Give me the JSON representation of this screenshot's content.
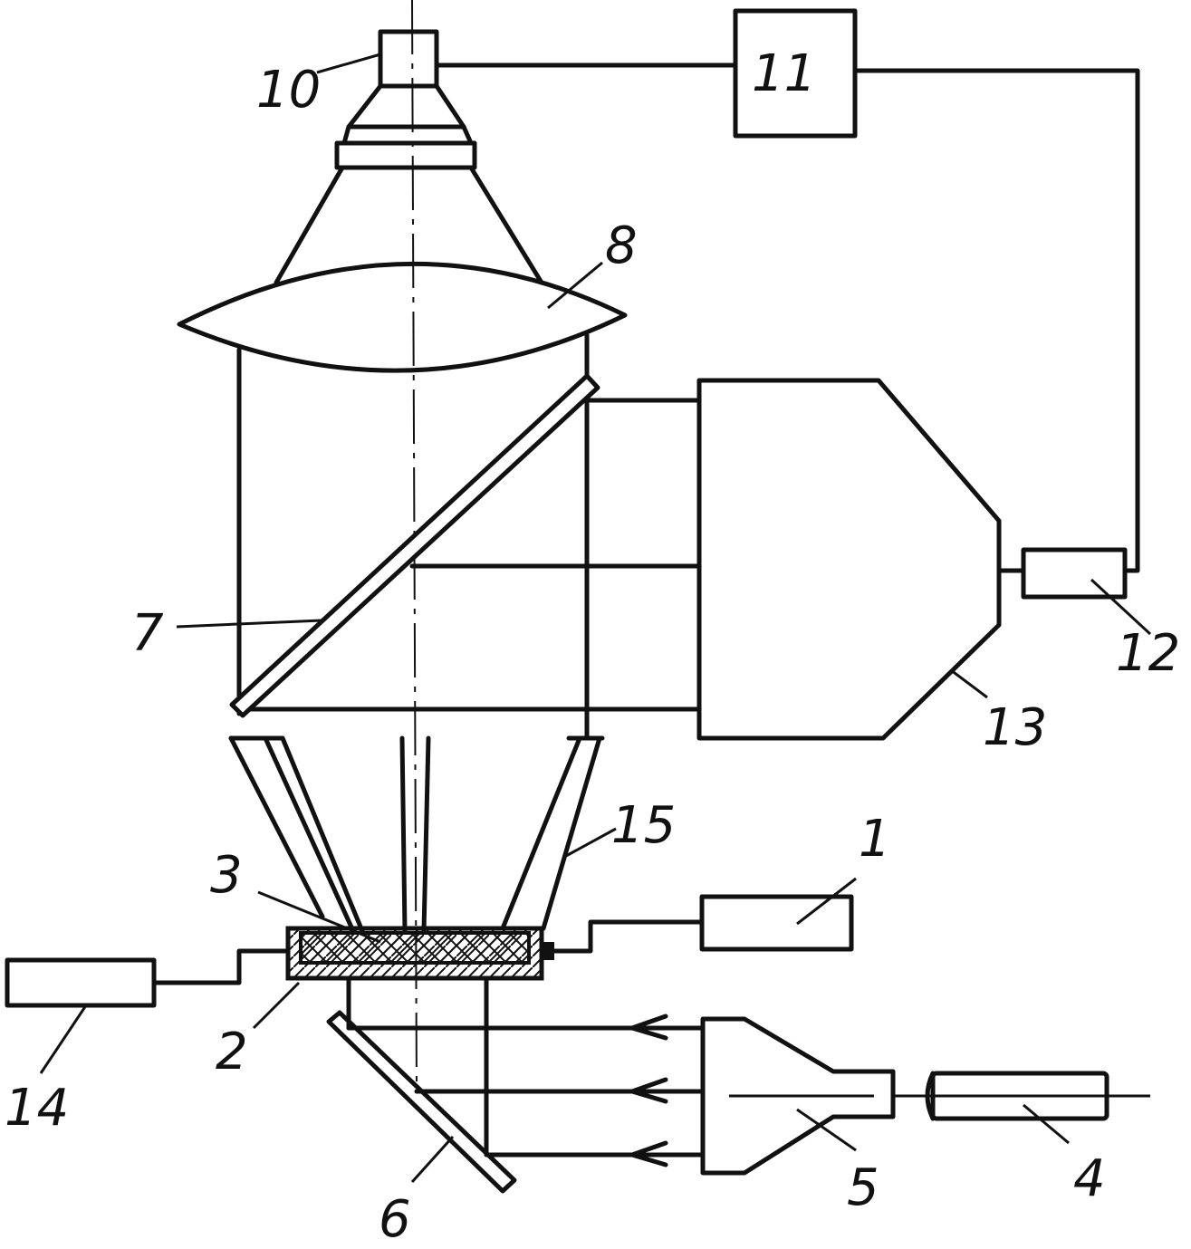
{
  "labels": {
    "l1": "1",
    "l2": "2",
    "l3": "3",
    "l4": "4",
    "l5": "5",
    "l6": "6",
    "l7": "7",
    "l8": "8",
    "l10": "10",
    "l11": "11",
    "l12": "12",
    "l13": "13",
    "l14": "14",
    "l15": "15"
  }
}
